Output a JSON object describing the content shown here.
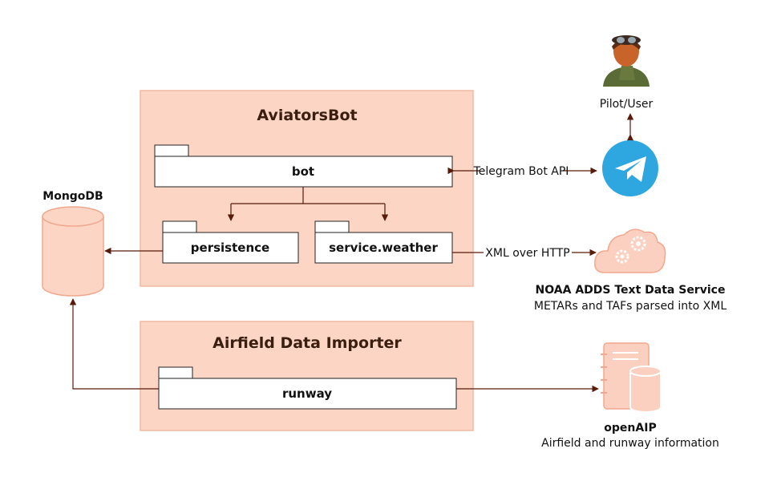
{
  "containers": {
    "aviators_bot": {
      "title": "AviatorsBot"
    },
    "airfield_importer": {
      "title": "Airfield Data Importer"
    }
  },
  "packages": {
    "bot": "bot",
    "persistence": "persistence",
    "service_weather": "service.weather",
    "runway": "runway"
  },
  "database": {
    "label": "MongoDB"
  },
  "actor": {
    "label": "Pilot/User",
    "icon": "pilot-avatar-icon"
  },
  "telegram": {
    "icon": "telegram-icon",
    "link_label": "Telegram Bot API"
  },
  "noaa": {
    "icon": "cloud-gears-icon",
    "link_label": "XML over HTTP",
    "name": "NOAA ADDS Text Data Service",
    "description": "METARs and TAFs parsed into XML"
  },
  "openaip": {
    "icon": "notebook-database-icon",
    "name": "openAIP",
    "description": "Airfield and runway information"
  },
  "colors": {
    "container_fill": "#fcd5c5",
    "container_stroke": "#f0b8a0",
    "arrow": "#5a1a0a",
    "telegram_blue": "#2ea6df",
    "icon_fill": "#fbd0c0",
    "icon_stroke": "#f3a88e"
  }
}
